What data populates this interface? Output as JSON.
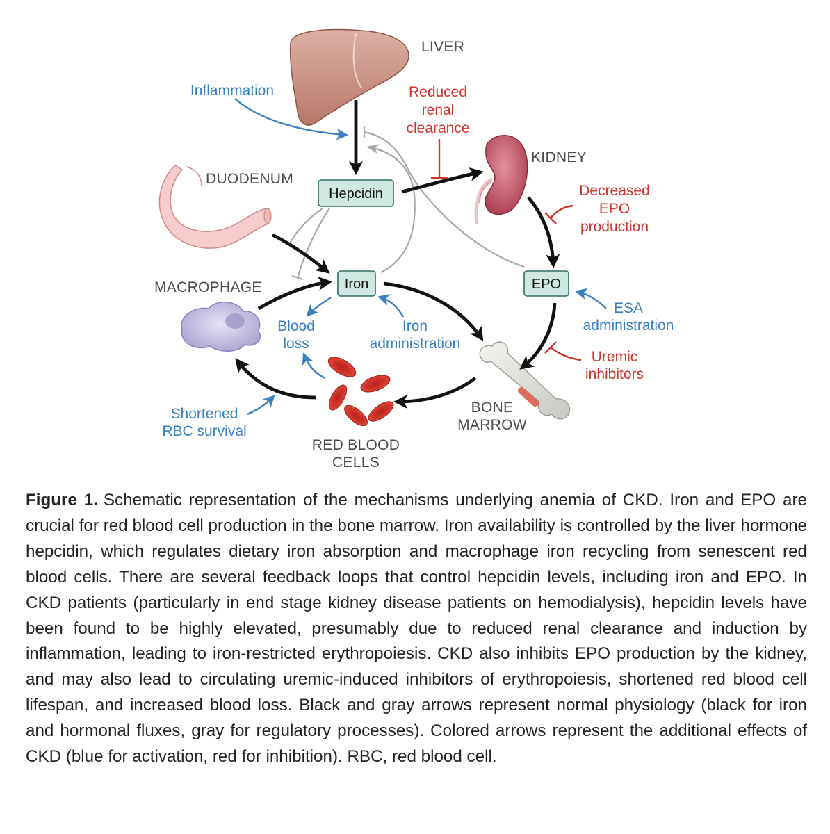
{
  "figure": {
    "organs": {
      "liver": "LIVER",
      "kidney": "KIDNEY",
      "duodenum": "DUODENUM",
      "macrophage": "MACROPHAGE",
      "bone_marrow_line1": "BONE",
      "bone_marrow_line2": "MARROW",
      "rbc_line1": "RED BLOOD",
      "rbc_line2": "CELLS"
    },
    "boxes": {
      "hepcidin": "Hepcidin",
      "iron": "Iron",
      "epo": "EPO"
    },
    "blue_labels": {
      "inflammation": "Inflammation",
      "blood_loss_line1": "Blood",
      "blood_loss_line2": "loss",
      "iron_admin_line1": "Iron",
      "iron_admin_line2": "administration",
      "esa_line1": "ESA",
      "esa_line2": "administration",
      "shortened_line1": "Shortened",
      "shortened_line2": "RBC survival"
    },
    "red_labels": {
      "reduced_line1": "Reduced",
      "reduced_line2": "renal",
      "reduced_line3": "clearance",
      "decreased_line1": "Decreased",
      "decreased_line2": "EPO",
      "decreased_line3": "production",
      "uremic_line1": "Uremic",
      "uremic_line2": "inhibitors"
    },
    "colors": {
      "activation": "#3a7fc1",
      "inhibition": "#d0322c",
      "normal_flux": "#111111",
      "regulatory": "#a8a8a8",
      "box_fill": "#cfe8e2"
    }
  },
  "caption": {
    "label": "Figure 1.",
    "text": "Schematic representation of the mechanisms underlying anemia of CKD. Iron and EPO are crucial for red blood cell production in the bone marrow. Iron availability is controlled by the liver hormone hepcidin, which regulates dietary iron absorption and macrophage iron recycling from senescent red blood cells. There are several feedback loops that control hepcidin levels, including iron and EPO. In CKD patients (particularly in end stage kidney disease patients on hemodialysis), hepcidin levels have been found to be highly elevated, presumably due to reduced renal clearance and induction by inflammation, leading to iron-restricted erythropoiesis. CKD also inhibits EPO production by the kidney, and may also lead to circulating uremic-induced inhibitors of erythropoiesis, shortened red blood cell lifespan, and increased blood loss. Black and gray arrows represent normal physiology (black for iron and hormonal fluxes, gray for regulatory processes). Colored arrows represent the additional effects of CKD (blue for activation, red for inhibition). RBC, red blood cell."
  }
}
